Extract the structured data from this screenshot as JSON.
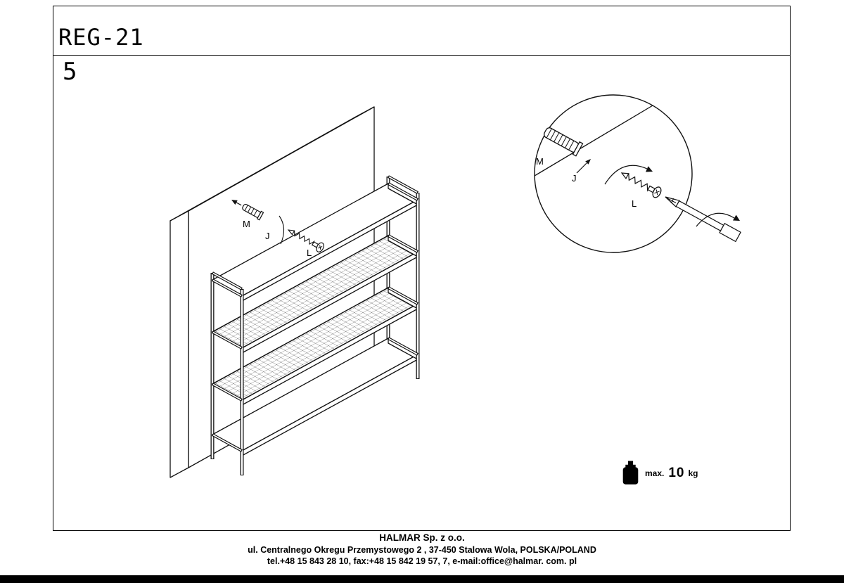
{
  "page": {
    "model": "REG-21",
    "step": "5"
  },
  "colors": {
    "ink": "#000000",
    "paper": "#ffffff"
  },
  "diagram": {
    "main_labels": {
      "wall_plug": "M",
      "bracket": "J",
      "screw": "L"
    },
    "detail_labels": {
      "wall_plug": "M",
      "bracket": "J",
      "screw": "L"
    }
  },
  "weight_limit": {
    "prefix": "max.",
    "value": "10",
    "unit": "kg"
  },
  "footer": {
    "company": "HALMAR Sp. z o.o.",
    "address": "ul. Centralnego Okregu Przemystowego 2 , 37-450 Stalowa Wola, POLSKA/POLAND",
    "contact": "tel.+48 15 843 28 10, fax:+48 15 842 19 57, 7, e-mail:office@halmar. com. pl"
  }
}
